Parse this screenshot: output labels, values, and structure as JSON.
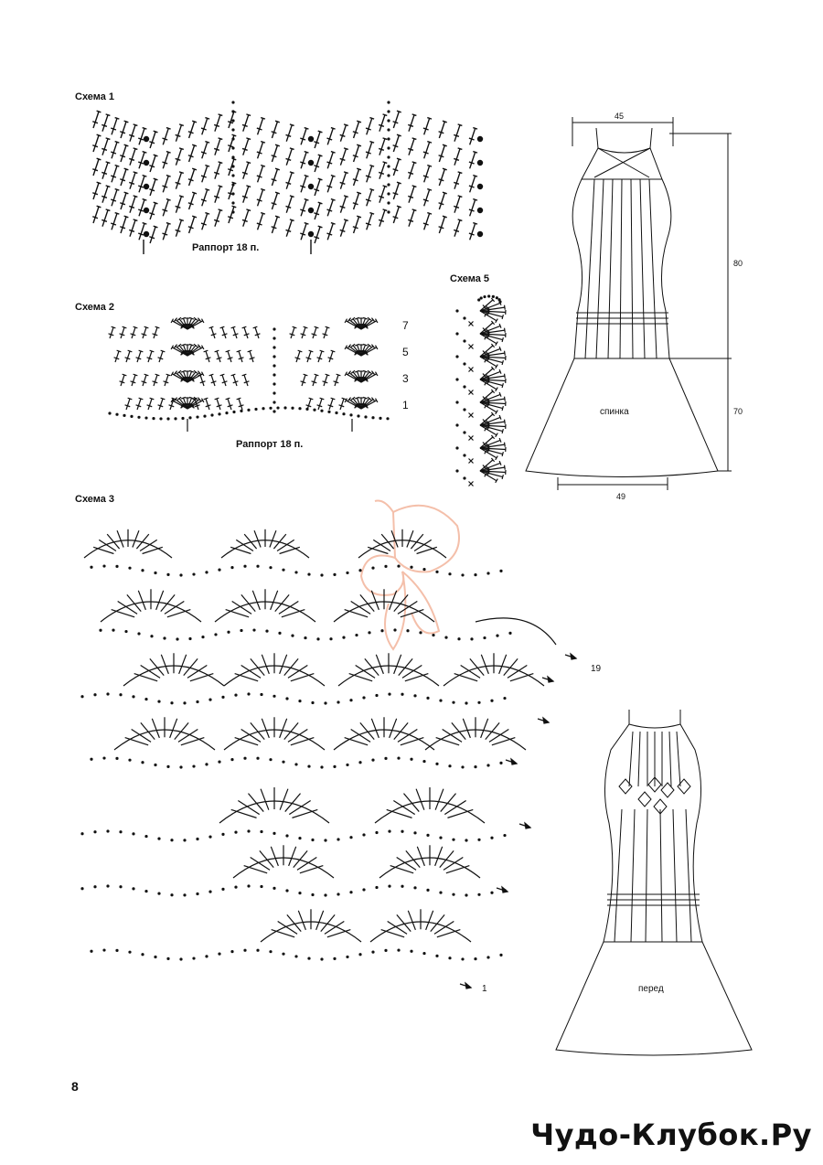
{
  "schemes": {
    "s1": {
      "title": "Схема 1",
      "repeat": "Раппорт 18 п."
    },
    "s2": {
      "title": "Схема 2",
      "repeat": "Раппорт 18 п.",
      "rows": [
        "7",
        "5",
        "3",
        "1"
      ]
    },
    "s3": {
      "title": "Схема 3",
      "row_start": "1",
      "row_end": "19"
    },
    "s5": {
      "title": "Схема 5"
    }
  },
  "patterns": {
    "back": {
      "label": "спинка",
      "width_top": "45",
      "height_top": "80",
      "height_bottom": "70",
      "width_bottom": "49"
    },
    "front": {
      "label": "перед"
    }
  },
  "page_number": "8",
  "brand": "Чудо-Клубок.Ру",
  "colors": {
    "ink": "#111111",
    "watermark": "#f3b9a1"
  },
  "icons": {
    "watermark": "butterfly-watermark-icon"
  }
}
